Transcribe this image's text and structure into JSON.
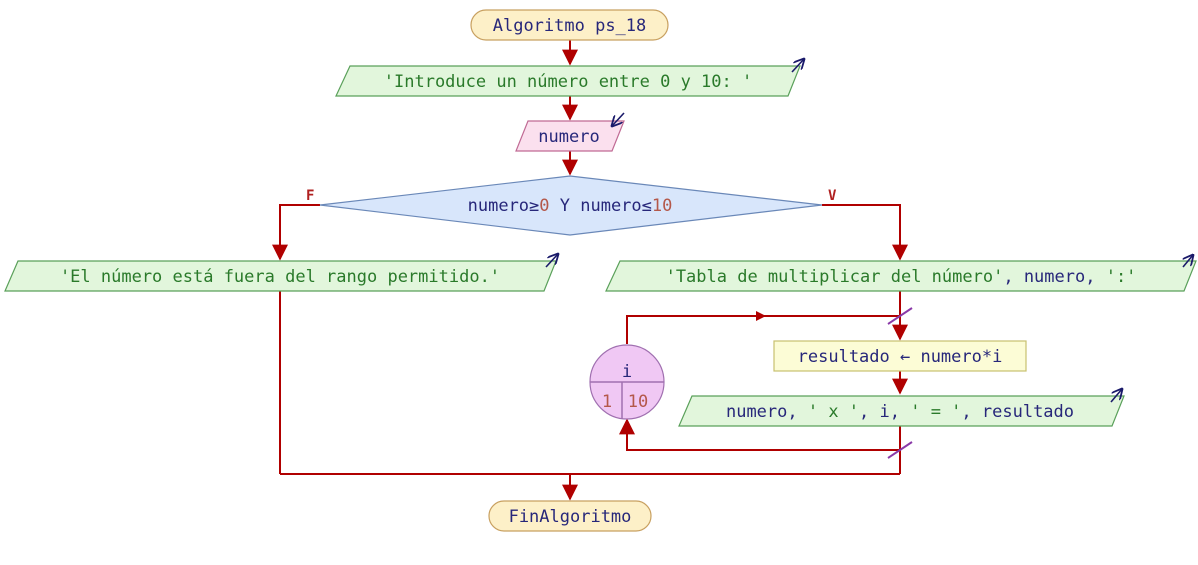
{
  "start": "Algoritmo ps_18",
  "end": "FinAlgoritmo",
  "prompt_output": "'Introduce un número entre 0 y 10: '",
  "input_var": "numero",
  "condition": {
    "parts": [
      {
        "t": "numero≥",
        "k": "text"
      },
      {
        "t": "0",
        "k": "num"
      },
      {
        "t": " Y numero≤",
        "k": "text"
      },
      {
        "t": "10",
        "k": "num"
      }
    ],
    "false_label": "F",
    "true_label": "V"
  },
  "false_output": "'El número está fuera del rango permitido.'",
  "true_output": {
    "parts": [
      {
        "t": "'Tabla de multiplicar del número'",
        "k": "str"
      },
      {
        "t": ", numero, ",
        "k": "text"
      },
      {
        "t": "':'",
        "k": "str"
      }
    ]
  },
  "loop": {
    "var": "i",
    "from": "1",
    "to": "10"
  },
  "assign": "resultado ← numero*i",
  "loop_output": {
    "parts": [
      {
        "t": "numero, ",
        "k": "text"
      },
      {
        "t": "' x '",
        "k": "str"
      },
      {
        "t": ", i, ",
        "k": "text"
      },
      {
        "t": "' = '",
        "k": "str"
      },
      {
        "t": ", resultado",
        "k": "text"
      }
    ]
  },
  "colors": {
    "terminal_fill": "#fdf0c8",
    "terminal_stroke": "#c8a060",
    "output_fill": "#e2f6dc",
    "output_stroke": "#5aa05a",
    "input_fill": "#fbe0ee",
    "input_stroke": "#c06a94",
    "decision_fill": "#d8e6fb",
    "decision_stroke": "#6a88b8",
    "process_fill": "#fcfcd6",
    "process_stroke": "#c8c070",
    "loop_fill": "#f0c8f4",
    "loop_stroke": "#a070b0",
    "edge": "#b00000"
  }
}
